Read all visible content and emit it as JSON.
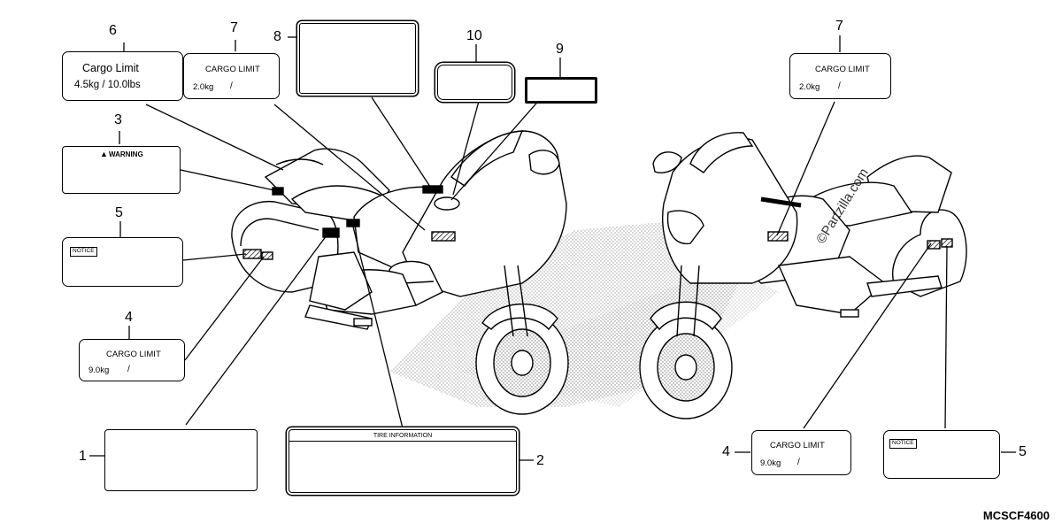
{
  "callouts": {
    "c1": "1",
    "c2": "2",
    "c3": "3",
    "c4_left": "4",
    "c4_right": "4",
    "c5_left": "5",
    "c5_right": "5",
    "c6": "6",
    "c7_left": "7",
    "c7_right": "7",
    "c8": "8",
    "c9": "9",
    "c10": "10"
  },
  "labels": {
    "cargo_limit_6": {
      "title": "Cargo Limit",
      "value": "4.5kg  / 10.0lbs"
    },
    "cargo_limit_7": {
      "title": "CARGO LIMIT",
      "value": "2.0kg"
    },
    "cargo_limit_4": {
      "title": "CARGO LIMIT",
      "value": "9.0kg"
    },
    "warning": {
      "title": "WARNING"
    },
    "notice": {
      "title": "NOTICE"
    },
    "tire_information": {
      "title": "TIRE INFORMATION"
    }
  },
  "watermark": "©Partzilla.com",
  "diagram_code": "MCSCF4600",
  "colors": {
    "ink": "#000000",
    "paper": "#ffffff",
    "stipple": "#9a9a9a"
  }
}
